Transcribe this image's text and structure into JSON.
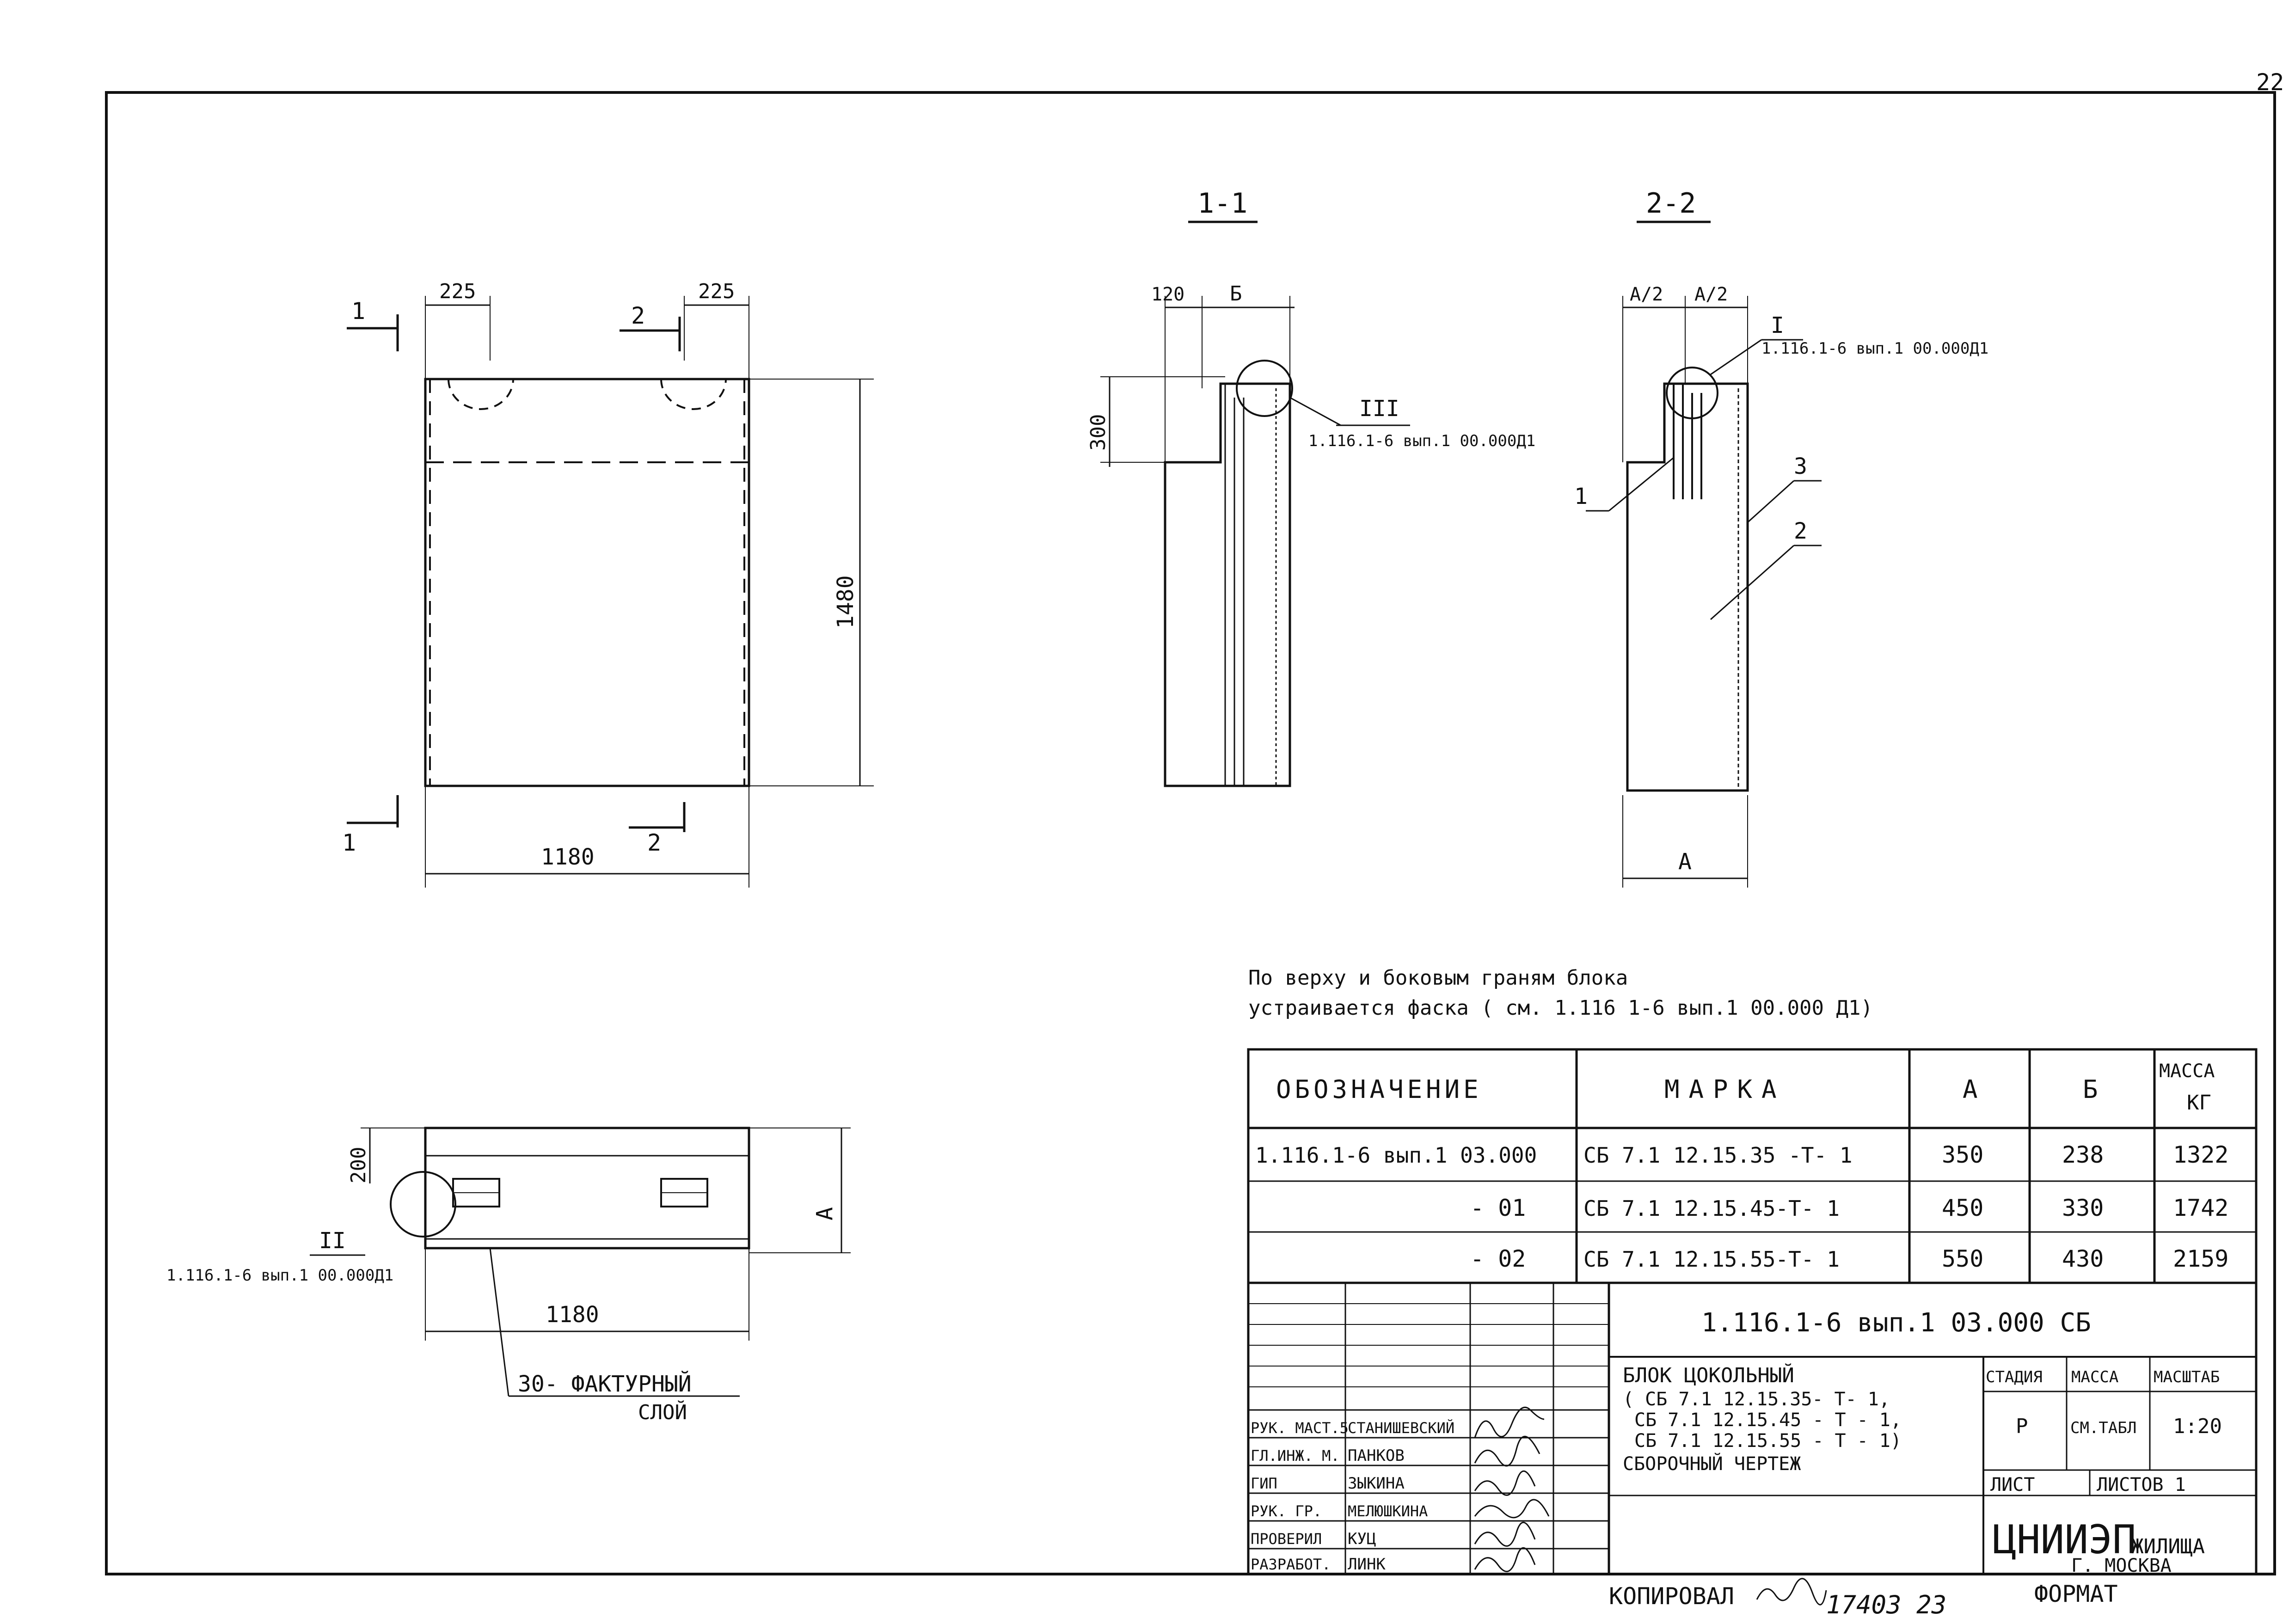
{
  "sheet_number": "22",
  "section_labels": {
    "s11": "1-1",
    "s22": "2-2"
  },
  "plan": {
    "cut1": "1",
    "cut2": "2",
    "dim_top_left": "225",
    "dim_top_right": "225",
    "height": "1480",
    "width": "1180"
  },
  "section_1_1": {
    "dim_120": "120",
    "dim_b": "Б",
    "dim_300": "300",
    "node": "III",
    "node_ref": "1.116.1-6 вып.1 00.000Д1"
  },
  "section_2_2": {
    "dim_a2_left": "A/2",
    "dim_a2_right": "A/2",
    "node": "I",
    "node_ref": "1.116.1-6 вып.1 00.000Д1",
    "pos1": "1",
    "pos2": "2",
    "pos3": "3",
    "dim_a": "A"
  },
  "top_view": {
    "dim_200": "200",
    "dim_a": "A",
    "width": "1180",
    "node": "II",
    "node_ref": "1.116.1-6 вып.1 00.000Д1",
    "layer_line1": "30- ФАКТУРНЫЙ",
    "layer_line2": "СЛОЙ"
  },
  "note": {
    "line1": "По верху и боковым граням блока",
    "line2": "устраивается фаска ( см. 1.116 1-6 вып.1 00.000 Д1)"
  },
  "table": {
    "headers": [
      "ОБОЗНАЧЕНИЕ",
      "МАРКА",
      "А",
      "Б",
      "МАССА",
      "КГ"
    ],
    "rows": [
      {
        "code": "1.116.1-6 вып.1 03.000",
        "mark": "СБ 7.1 12.15.35 -Т- 1",
        "a": "350",
        "b": "238",
        "mass": "1322"
      },
      {
        "code": "- 01",
        "mark": "СБ 7.1 12.15.45-Т- 1",
        "a": "450",
        "b": "330",
        "mass": "1742"
      },
      {
        "code": "- 02",
        "mark": "СБ 7.1 12.15.55-Т- 1",
        "a": "550",
        "b": "430",
        "mass": "2159"
      }
    ]
  },
  "title_block": {
    "doc_code": "1.116.1-6 вып.1  03.000 СБ",
    "title_lines": [
      "БЛОК ЦОКОЛЬНЫЙ",
      "( СБ 7.1  12.15.35- Т- 1,",
      "СБ 7.1  12.15.45 - Т - 1,",
      "СБ 7.1  12.15.55 - Т - 1)",
      "СБОРОЧНЫЙ ЧЕРТЕЖ"
    ],
    "stage_hdr": "СТАДИЯ",
    "mass_hdr": "МАССА",
    "scale_hdr": "МАСШТАБ",
    "stage": "Р",
    "mass": "СМ.ТАБЛ",
    "scale": "1:20",
    "sheet_label": "ЛИСТ",
    "sheets_label": "ЛИСТОВ 1",
    "org": "ЦНИИЭП",
    "org_sub": "ЖИЛИЩА",
    "city": "Г. МОСКВА",
    "roles": [
      {
        "role": "РУК. МАСТ.5",
        "name": "СТАНИШЕВСКИЙ"
      },
      {
        "role": "ГЛ.ИНЖ. М.",
        "name": "ПАНКОВ"
      },
      {
        "role": "ГИП",
        "name": "ЗЫКИНА"
      },
      {
        "role": "РУК. ГР.",
        "name": "МЕЛЮШКИНА"
      },
      {
        "role": "ПРОВЕРИЛ",
        "name": "КУЦ"
      },
      {
        "role": "РАЗРАБОТ.",
        "name": "ЛИНК"
      }
    ]
  },
  "footer": {
    "copied": "КОПИРОВАЛ",
    "order": "17403  23",
    "format": "ФОРМАТ"
  }
}
